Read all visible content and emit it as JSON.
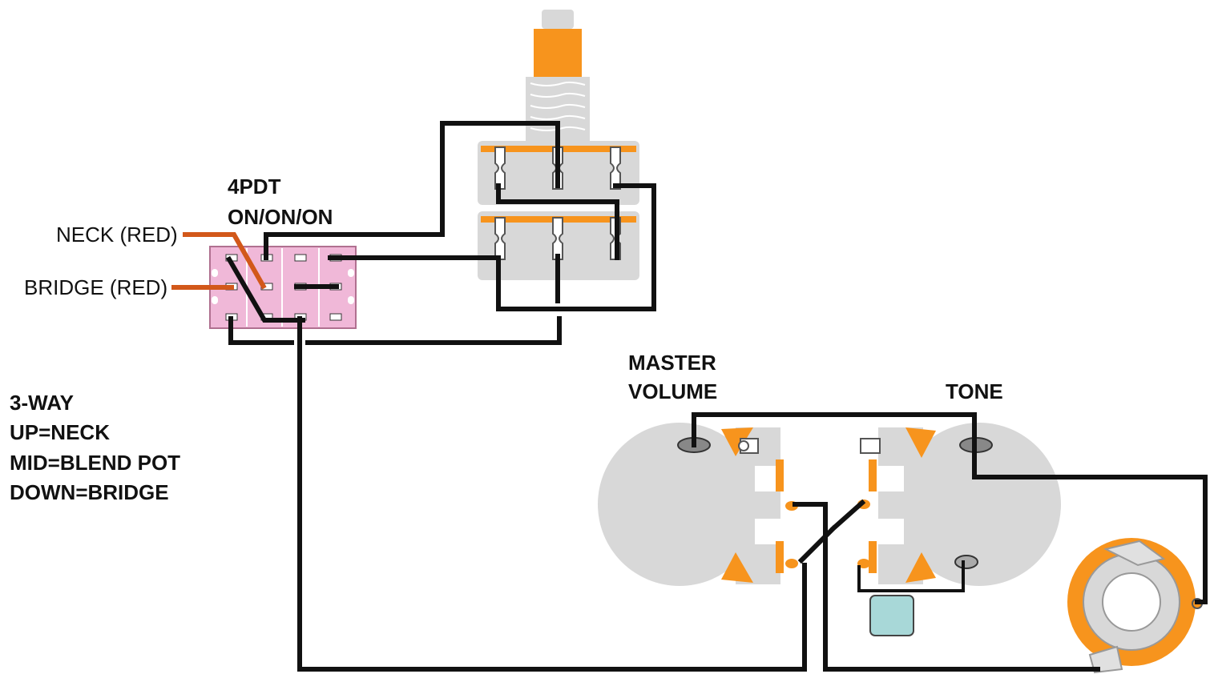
{
  "labels": {
    "switch_type": "4PDT",
    "switch_positions": "ON/ON/ON",
    "neck_wire": "NECK (RED)",
    "bridge_wire": "BRIDGE (RED)",
    "master_volume_line1": "MASTER",
    "master_volume_line2": "VOLUME",
    "tone": "TONE",
    "legend": [
      "3-WAY",
      "UP=NECK",
      "MID=BLEND POT",
      "DOWN=BRIDGE"
    ]
  },
  "colors": {
    "wire": "#111111",
    "pickup_wire": "#d2581a",
    "switch_body": "#f0b8d8",
    "pot_body": "#d8d8d8",
    "lug_accent": "#f7941d",
    "capacitor": "#a8d8d8",
    "background": "#ffffff"
  },
  "components": {
    "switch": "pink-4pdt-switch",
    "blend_pot": "push-pull-blend-pot",
    "volume_pot": "master-volume-pot",
    "tone_pot": "tone-pot",
    "capacitor": "tone-capacitor",
    "jack": "output-jack"
  }
}
